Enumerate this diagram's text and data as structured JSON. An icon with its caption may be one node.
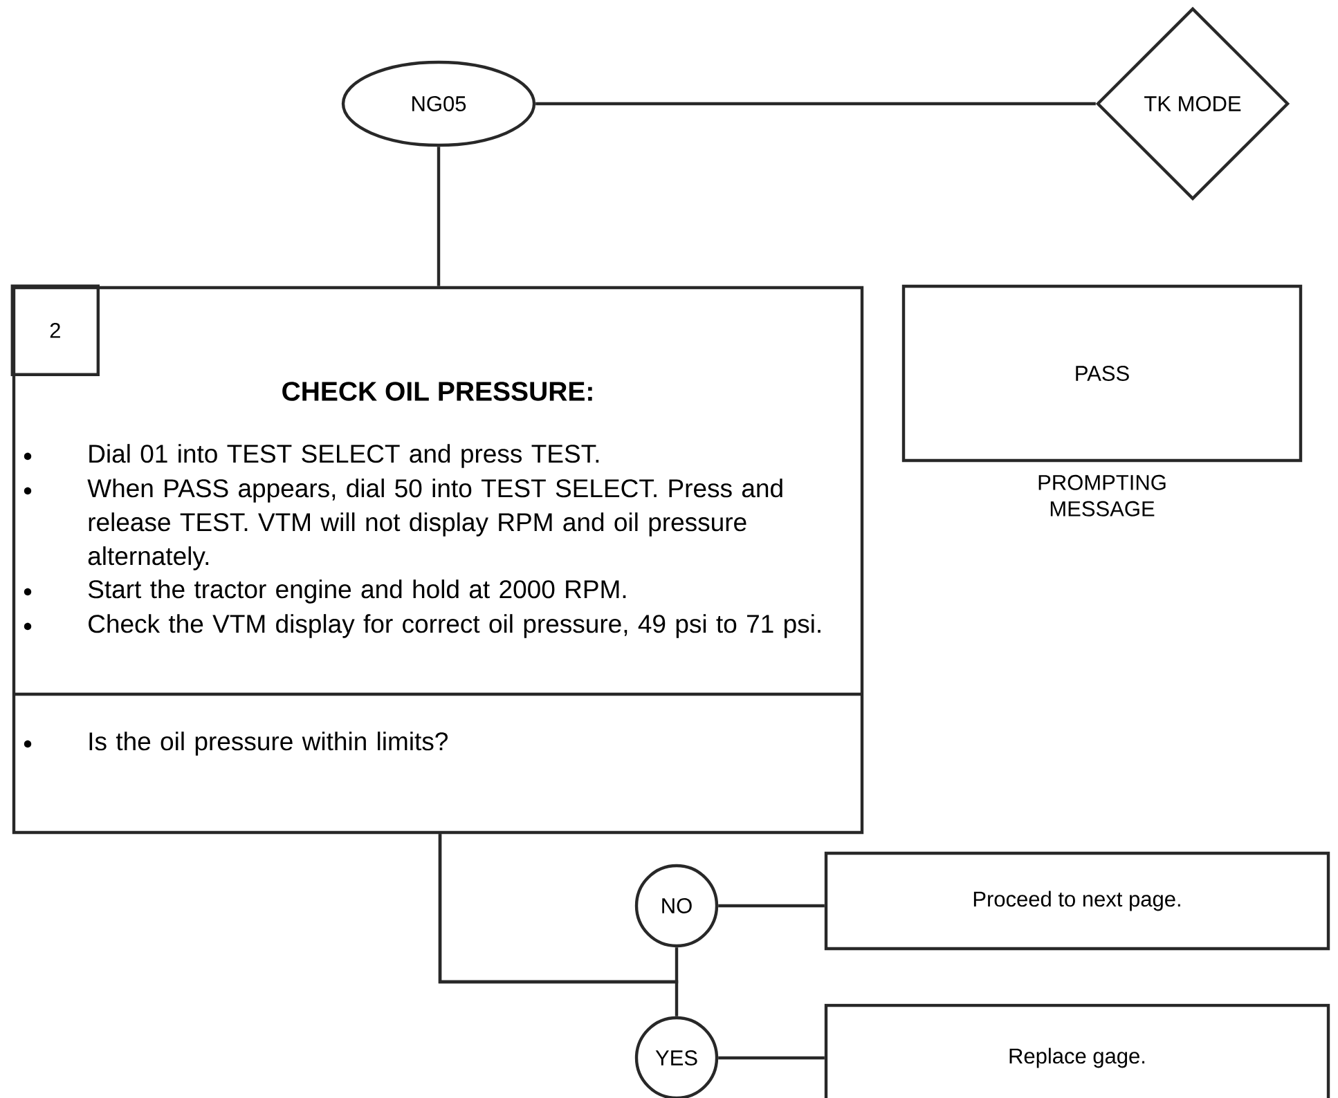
{
  "diagram": {
    "nodes": [
      {
        "text": [
          "NG05"
        ]
      },
      {
        "text": [
          "TK MODE"
        ]
      },
      {
        "text": [
          "CHECK OIL PRESSURE:",
          "Dial 01 into TEST SELECT and press TEST.",
          "When PASS appears, dial 50 into TEST SELECT. Press and release TEST. VTM will not display RPM and oil pressure alternately.",
          "Start the tractor engine and hold at 2000 RPM.",
          "Check the VTM display for correct oil pressure, 49 psi to 71 psi.",
          "Is the oil pressure within limits?"
        ]
      },
      {
        "text": [
          "2"
        ],
        "in": 2
      },
      {
        "text": [
          "PASS"
        ],
        "beside": [
          "PROMPTING MESSAGE"
        ]
      },
      {
        "text": [
          "NO"
        ]
      },
      {
        "text": [
          "Proceed to next page."
        ]
      },
      {
        "text": [
          "YES"
        ]
      },
      {
        "text": [
          "Replace gage."
        ]
      }
    ],
    "edges": [
      {
        "from": 0,
        "to": 1,
        "arrow": "none"
      },
      {
        "from": 0,
        "to": 2,
        "arrow": "none"
      },
      {
        "from": 2,
        "to": 5,
        "arrow": "none"
      },
      {
        "from": 2,
        "to": 7,
        "arrow": "none"
      },
      {
        "from": 5,
        "to": 6,
        "arrow": "none"
      },
      {
        "from": 7,
        "to": 8,
        "arrow": "none"
      }
    ]
  }
}
